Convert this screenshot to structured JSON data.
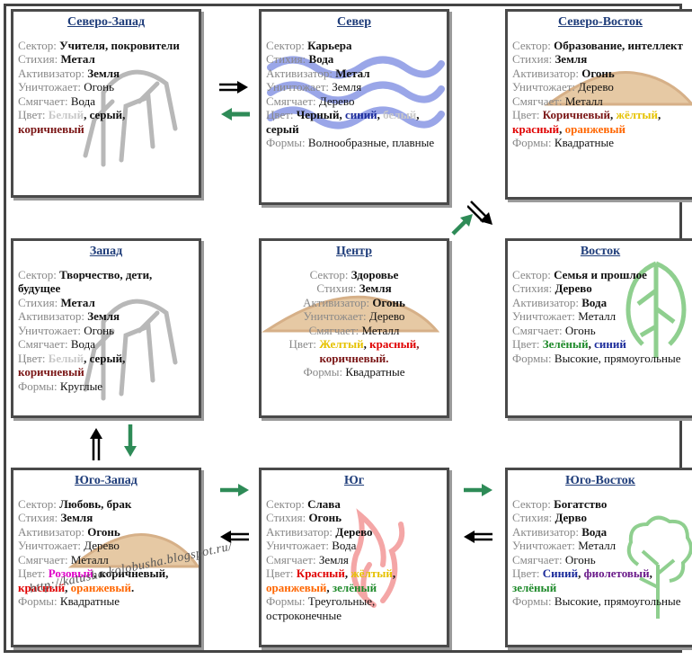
{
  "sectors": {
    "nw": {
      "title": "Северо-Запад",
      "lines": [
        {
          "label": "Сектор:",
          "parts": [
            {
              "t": "Учителя, покровители",
              "c": "#111",
              "b": true
            }
          ]
        },
        {
          "label": "Стихия:",
          "parts": [
            {
              "t": "Метал",
              "c": "#111",
              "b": true
            }
          ]
        },
        {
          "label": "Активизатор:",
          "parts": [
            {
              "t": "Земля",
              "c": "#111",
              "b": true
            }
          ]
        },
        {
          "label": "Уничтожает:",
          "parts": [
            {
              "t": "Огонь",
              "c": "#111",
              "b": false
            }
          ]
        },
        {
          "label": "Смягчает:",
          "parts": [
            {
              "t": "Вода",
              "c": "#111",
              "b": false
            }
          ]
        },
        {
          "label": "Цвет:",
          "parts": [
            {
              "t": "Белый",
              "c": "#c8c8c8",
              "b": true
            },
            {
              "t": ", серый,",
              "c": "#111",
              "b": true
            },
            {
              "t": " коричневый",
              "c": "#7a1515",
              "b": true
            }
          ]
        }
      ]
    },
    "n": {
      "title": "Север",
      "lines": [
        {
          "label": "Сектор:",
          "parts": [
            {
              "t": "Карьера",
              "c": "#111",
              "b": true
            }
          ]
        },
        {
          "label": "Стихия:",
          "parts": [
            {
              "t": "Вода",
              "c": "#111",
              "b": true
            }
          ]
        },
        {
          "label": "Активизатор:",
          "parts": [
            {
              "t": "Метал",
              "c": "#111",
              "b": true
            }
          ]
        },
        {
          "label": "Уничтожает:",
          "parts": [
            {
              "t": "Земля",
              "c": "#111",
              "b": false
            }
          ]
        },
        {
          "label": "Смягчает:",
          "parts": [
            {
              "t": "Дерево",
              "c": "#111",
              "b": false
            }
          ]
        },
        {
          "label": "Цвет:",
          "parts": [
            {
              "t": "Черный",
              "c": "#111",
              "b": true
            },
            {
              "t": ", ",
              "c": "#111",
              "b": true
            },
            {
              "t": "синий",
              "c": "#1a2a9a",
              "b": true
            },
            {
              "t": ",",
              "c": "#111",
              "b": true
            },
            {
              "t": " белый",
              "c": "#c8c8c8",
              "b": true
            },
            {
              "t": ", серый",
              "c": "#111",
              "b": true
            }
          ]
        },
        {
          "label": "Формы:",
          "parts": [
            {
              "t": "Волнообразные, плавные",
              "c": "#111",
              "b": false
            }
          ]
        }
      ]
    },
    "ne": {
      "title": "Северо-Восток",
      "lines": [
        {
          "label": "Сектор:",
          "parts": [
            {
              "t": "Образование, интеллект",
              "c": "#111",
              "b": true
            }
          ]
        },
        {
          "label": "Стихия:",
          "parts": [
            {
              "t": "Земля",
              "c": "#111",
              "b": true
            }
          ]
        },
        {
          "label": "Активизатор:",
          "parts": [
            {
              "t": "Огонь",
              "c": "#111",
              "b": true
            }
          ]
        },
        {
          "label": "Уничтожает:",
          "parts": [
            {
              "t": "Дерево",
              "c": "#111",
              "b": false
            }
          ]
        },
        {
          "label": "Смягчает:",
          "parts": [
            {
              "t": "Металл",
              "c": "#111",
              "b": false
            }
          ]
        },
        {
          "label": "Цвет:",
          "parts": [
            {
              "t": "Коричневый",
              "c": "#7a1515",
              "b": true
            },
            {
              "t": ",",
              "c": "#111",
              "b": true
            },
            {
              "t": " жёлтый",
              "c": "#e6c200",
              "b": true
            },
            {
              "t": ",",
              "c": "#111",
              "b": true
            },
            {
              "t": " красный",
              "c": "#e00000",
              "b": true
            },
            {
              "t": ",",
              "c": "#111",
              "b": true
            },
            {
              "t": " оранжевый",
              "c": "#ff6600",
              "b": true
            }
          ]
        },
        {
          "label": "Формы:",
          "parts": [
            {
              "t": "Квадратные",
              "c": "#111",
              "b": false
            }
          ]
        }
      ]
    },
    "w": {
      "title": "Запад",
      "lines": [
        {
          "label": "Сектор:",
          "parts": [
            {
              "t": "Творчество, дети, будущее",
              "c": "#111",
              "b": true
            }
          ]
        },
        {
          "label": "Стихия:",
          "parts": [
            {
              "t": "Метал",
              "c": "#111",
              "b": true
            }
          ]
        },
        {
          "label": "Активизатор:",
          "parts": [
            {
              "t": "Земля",
              "c": "#111",
              "b": true
            }
          ]
        },
        {
          "label": "Уничтожает:",
          "parts": [
            {
              "t": "Огонь",
              "c": "#111",
              "b": false
            }
          ]
        },
        {
          "label": "Смягчает:",
          "parts": [
            {
              "t": "Вода",
              "c": "#111",
              "b": false
            }
          ]
        },
        {
          "label": "Цвет:",
          "parts": [
            {
              "t": "Белый",
              "c": "#c8c8c8",
              "b": true
            },
            {
              "t": ", серый,",
              "c": "#111",
              "b": true
            },
            {
              "t": " коричневый",
              "c": "#7a1515",
              "b": true
            }
          ]
        },
        {
          "label": "Формы:",
          "parts": [
            {
              "t": "Круглые",
              "c": "#111",
              "b": false
            }
          ]
        }
      ]
    },
    "c": {
      "title": "Центр",
      "lines": [
        {
          "label": "Сектор:",
          "parts": [
            {
              "t": "Здоровье",
              "c": "#111",
              "b": true
            }
          ]
        },
        {
          "label": "Стихия:",
          "parts": [
            {
              "t": "Земля",
              "c": "#111",
              "b": true
            }
          ]
        },
        {
          "label": "Активизатор:",
          "parts": [
            {
              "t": "Огонь",
              "c": "#111",
              "b": true
            }
          ]
        },
        {
          "label": "Уничтожает:",
          "parts": [
            {
              "t": "Дерево",
              "c": "#111",
              "b": false
            }
          ]
        },
        {
          "label": "Смягчает:",
          "parts": [
            {
              "t": "Металл",
              "c": "#111",
              "b": false
            }
          ]
        },
        {
          "label": "Цвет:",
          "parts": [
            {
              "t": "Желтый",
              "c": "#e6c200",
              "b": true
            },
            {
              "t": ",",
              "c": "#111",
              "b": true
            },
            {
              "t": " красный",
              "c": "#e00000",
              "b": true
            },
            {
              "t": ", коричневый.",
              "c": "#7a1515",
              "b": true
            }
          ]
        },
        {
          "label": "Формы:",
          "parts": [
            {
              "t": "Квадратные",
              "c": "#111",
              "b": false
            }
          ]
        }
      ]
    },
    "e": {
      "title": "Восток",
      "lines": [
        {
          "label": "Сектор:",
          "parts": [
            {
              "t": "Семья и прошлое",
              "c": "#111",
              "b": true
            }
          ]
        },
        {
          "label": "Стихия:",
          "parts": [
            {
              "t": "Дерево",
              "c": "#111",
              "b": true
            }
          ]
        },
        {
          "label": "Активизатор:",
          "parts": [
            {
              "t": "Вода",
              "c": "#111",
              "b": true
            }
          ]
        },
        {
          "label": "Уничтожает:",
          "parts": [
            {
              "t": "Металл",
              "c": "#111",
              "b": false
            }
          ]
        },
        {
          "label": "Смягчает:",
          "parts": [
            {
              "t": "Огонь",
              "c": "#111",
              "b": false
            }
          ]
        },
        {
          "label": "Цвет:",
          "parts": [
            {
              "t": "Зелёный",
              "c": "#1e8a2a",
              "b": true
            },
            {
              "t": ", ",
              "c": "#111",
              "b": true
            },
            {
              "t": "синий",
              "c": "#1a2a9a",
              "b": true
            }
          ]
        },
        {
          "label": "Формы:",
          "parts": [
            {
              "t": "Высокие, прямоугольные",
              "c": "#111",
              "b": false
            }
          ]
        }
      ]
    },
    "sw": {
      "title": "Юго-Запад",
      "lines": [
        {
          "label": "Сектор:",
          "parts": [
            {
              "t": "Любовь, брак",
              "c": "#111",
              "b": true
            }
          ]
        },
        {
          "label": "Стихия:",
          "parts": [
            {
              "t": "Земля",
              "c": "#111",
              "b": true
            }
          ]
        },
        {
          "label": "Активизатор:",
          "parts": [
            {
              "t": "Огонь",
              "c": "#111",
              "b": true
            }
          ]
        },
        {
          "label": "Уничтожает:",
          "parts": [
            {
              "t": "Дерево",
              "c": "#111",
              "b": false
            }
          ]
        },
        {
          "label": "Смягчает:",
          "parts": [
            {
              "t": "Металл",
              "c": "#111",
              "b": false
            }
          ]
        },
        {
          "label": "Цвет:",
          "parts": [
            {
              "t": "Розовый",
              "c": "#e000c8",
              "b": true
            },
            {
              "t": ", коричневый,",
              "c": "#111",
              "b": true
            },
            {
              "t": " красный",
              "c": "#e00000",
              "b": true
            },
            {
              "t": ",",
              "c": "#111",
              "b": true
            },
            {
              "t": " оранжевый",
              "c": "#ff6600",
              "b": true
            },
            {
              "t": ".",
              "c": "#111",
              "b": true
            }
          ]
        },
        {
          "label": "Формы:",
          "parts": [
            {
              "t": "Квадратные",
              "c": "#111",
              "b": false
            }
          ]
        }
      ]
    },
    "s": {
      "title": "Юг",
      "lines": [
        {
          "label": "Сектор:",
          "parts": [
            {
              "t": "Слава",
              "c": "#111",
              "b": true
            }
          ]
        },
        {
          "label": "Стихия:",
          "parts": [
            {
              "t": "Огонь",
              "c": "#111",
              "b": true
            }
          ]
        },
        {
          "label": "Активизатор:",
          "parts": [
            {
              "t": "Дерево",
              "c": "#111",
              "b": true
            }
          ]
        },
        {
          "label": "Уничтожает:",
          "parts": [
            {
              "t": "Вода",
              "c": "#111",
              "b": false
            }
          ]
        },
        {
          "label": "Смягчает:",
          "parts": [
            {
              "t": "Земля",
              "c": "#111",
              "b": false
            }
          ]
        },
        {
          "label": "Цвет:",
          "parts": [
            {
              "t": "Красный",
              "c": "#e00000",
              "b": true
            },
            {
              "t": ",",
              "c": "#111",
              "b": true
            },
            {
              "t": " жёлтый",
              "c": "#e6c200",
              "b": true
            },
            {
              "t": ",",
              "c": "#111",
              "b": true
            },
            {
              "t": " оранжевый",
              "c": "#ff6600",
              "b": true
            },
            {
              "t": ",",
              "c": "#111",
              "b": true
            },
            {
              "t": " зелёный",
              "c": "#1e8a2a",
              "b": true
            }
          ]
        },
        {
          "label": "Формы:",
          "parts": [
            {
              "t": "Треугольные, остроконечные",
              "c": "#111",
              "b": false
            }
          ]
        }
      ]
    },
    "se": {
      "title": "Юго-Восток",
      "lines": [
        {
          "label": "Сектор:",
          "parts": [
            {
              "t": "Богатство",
              "c": "#111",
              "b": true
            }
          ]
        },
        {
          "label": "Стихия:",
          "parts": [
            {
              "t": "Дерво",
              "c": "#111",
              "b": true
            }
          ]
        },
        {
          "label": "Активизатор:",
          "parts": [
            {
              "t": "Вода",
              "c": "#111",
              "b": true
            }
          ]
        },
        {
          "label": "Уничтожает:",
          "parts": [
            {
              "t": "Металл",
              "c": "#111",
              "b": false
            }
          ]
        },
        {
          "label": "Смягчает:",
          "parts": [
            {
              "t": "Огонь",
              "c": "#111",
              "b": false
            }
          ]
        },
        {
          "label": "Цвет:",
          "parts": [
            {
              "t": "Синий",
              "c": "#1a2a9a",
              "b": true
            },
            {
              "t": ",",
              "c": "#111",
              "b": true
            },
            {
              "t": " фиолетовый",
              "c": "#6a1a8a",
              "b": true
            },
            {
              "t": ",",
              "c": "#111",
              "b": true
            },
            {
              "t": " зелёный",
              "c": "#1e8a2a",
              "b": true
            }
          ]
        },
        {
          "label": "Формы:",
          "parts": [
            {
              "t": "Высокие, прямоугольные",
              "c": "#111",
              "b": false
            }
          ]
        }
      ]
    }
  },
  "watermark": "http://katusha-kolobusha.blogspot.ru/",
  "colors": {
    "arrow_dark": "#000000",
    "arrow_green": "#2e8b57",
    "title": "#1f3d7a",
    "label": "#888888"
  }
}
